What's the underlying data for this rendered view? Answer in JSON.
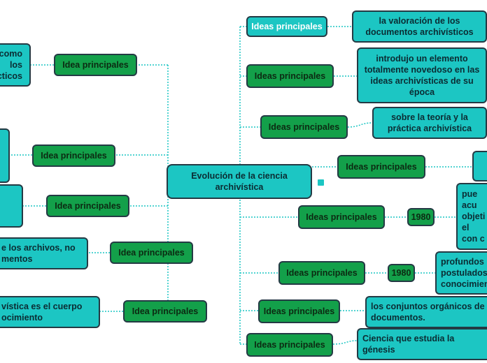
{
  "root": {
    "label": "Evolución de la ciencia archivística"
  },
  "right": [
    {
      "branch": "Ideas principales",
      "leaf": "la valoración de los documentos archivísticos"
    },
    {
      "branch": "Ideas principales",
      "leaf": "introdujo un elemento totalmente novedoso en las ideas archivísticas de su época"
    },
    {
      "branch": "Ideas principales",
      "leaf": "sobre la teoría y la práctica archivística"
    },
    {
      "branch": "Ideas principales",
      "leaf": ""
    },
    {
      "branch": "Ideas principales",
      "year": "1980",
      "leaf": "pue acu objeti el con c"
    },
    {
      "branch": "Ideas principales",
      "year": "1980",
      "leaf": "profundos postulados conocimien"
    },
    {
      "branch": "Ideas principales",
      "leaf": "los conjuntos orgánicos de documentos."
    },
    {
      "branch": "Ideas principales",
      "leaf": "Ciencia que estudia la génesis"
    }
  ],
  "left": [
    {
      "branch": "Idea principales",
      "leaf": "como los cticos"
    },
    {
      "branch": "Idea principales",
      "leaf": ""
    },
    {
      "branch": "Idea principales",
      "leaf": ""
    },
    {
      "branch": "Idea principales",
      "leaf": "e los archivos, no mentos"
    },
    {
      "branch": "Idea principales",
      "leaf": "vística es el cuerpo ocimiento"
    }
  ]
}
